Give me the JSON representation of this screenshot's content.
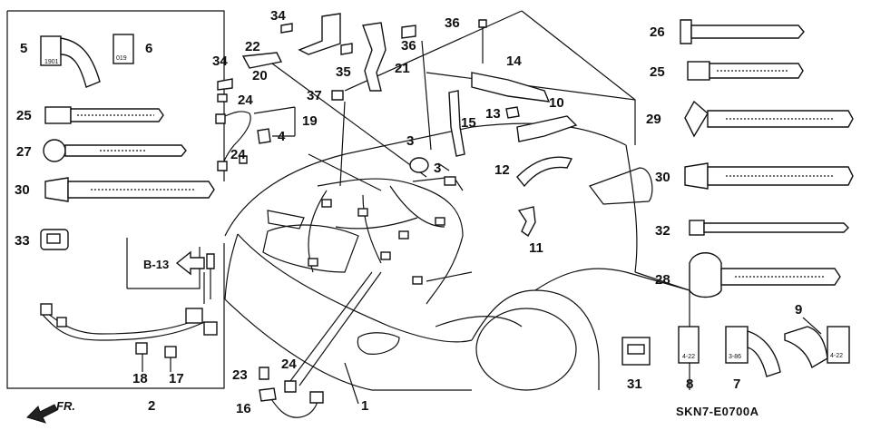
{
  "diagram": {
    "reference_code": "SKN7-E0700A",
    "section_ref": "B-13",
    "front_label": "FR.",
    "connector_labels": {
      "p5": "1901",
      "p6": "019",
      "p8": "4-22",
      "p7": "3-86",
      "p9": "4-22"
    },
    "callouts": {
      "c1": "1",
      "c2": "2",
      "c3a": "3",
      "c3b": "3",
      "c4": "4",
      "c5": "5",
      "c6": "6",
      "c7": "7",
      "c8": "8",
      "c9": "9",
      "c10": "10",
      "c11": "11",
      "c12": "12",
      "c13": "13",
      "c14": "14",
      "c15": "15",
      "c16": "16",
      "c17": "17",
      "c18": "18",
      "c19": "19",
      "c20": "20",
      "c21": "21",
      "c22": "22",
      "c23": "23",
      "c24a": "24",
      "c24b": "24",
      "c24c": "24",
      "c25a": "25",
      "c25b": "25",
      "c26": "26",
      "c27": "27",
      "c28": "28",
      "c29": "29",
      "c30a": "30",
      "c30b": "30",
      "c31": "31",
      "c32": "32",
      "c33": "33",
      "c34a": "34",
      "c34b": "34",
      "c35": "35",
      "c36a": "36",
      "c36b": "36",
      "c37": "37"
    }
  }
}
